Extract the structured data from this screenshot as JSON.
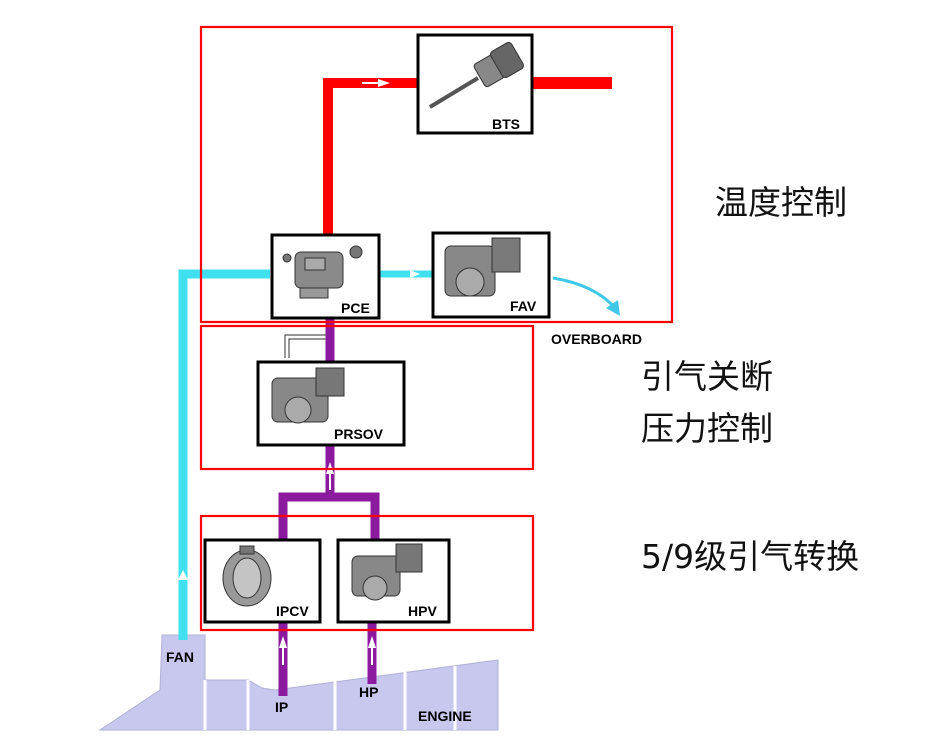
{
  "components": {
    "bts": "BTS",
    "pce": "PCE",
    "fav": "FAV",
    "prsov": "PRSOV",
    "ipcv": "IPCV",
    "hpv": "HPV"
  },
  "labels": {
    "overboard": "OVERBOARD",
    "fan": "FAN",
    "ip": "IP",
    "hp": "HP",
    "engine": "ENGINE"
  },
  "sections": {
    "temperature_control": "温度控制",
    "bleed_shutoff": "引气关断",
    "pressure_control": "压力控制",
    "stage_transfer": "5/9级引气转换"
  },
  "colors": {
    "hot_duct": "#ff0000",
    "fan_air": "#40e0f0",
    "bleed_duct": "#8b1a9e",
    "engine_fill": "#c8c8ee",
    "frame": "#ff0000"
  }
}
